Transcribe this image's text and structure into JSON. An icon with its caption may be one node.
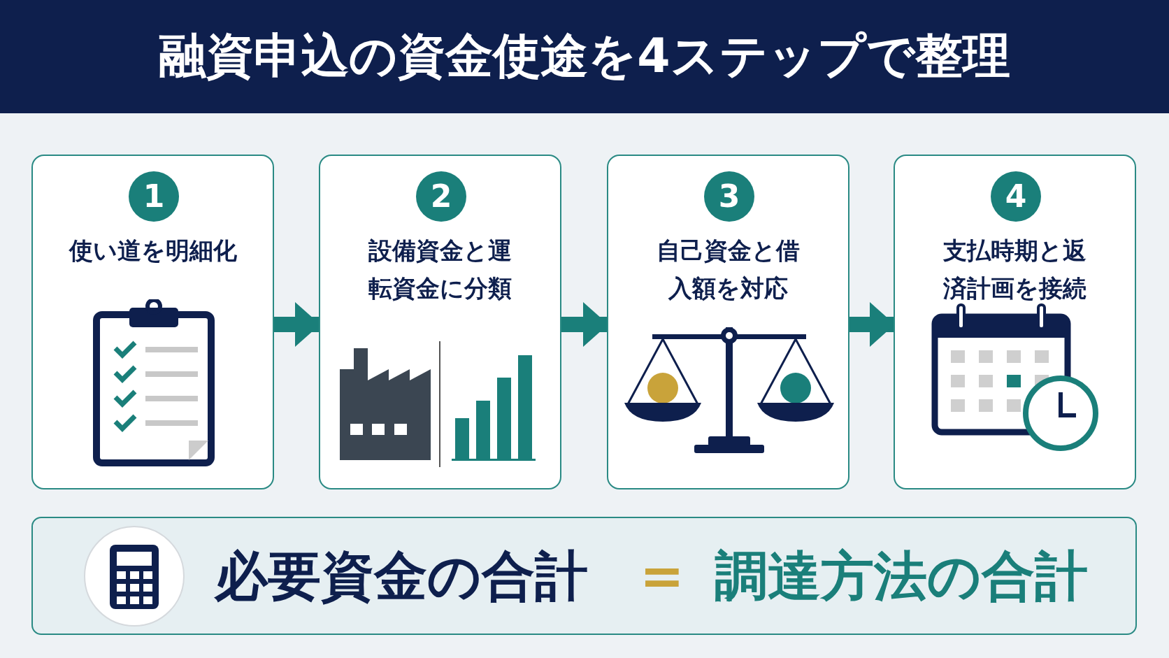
{
  "diagram": {
    "title": "融資申込の資金使途を4ステップで整理",
    "nodes": [
      {
        "text": [
          "1",
          "使い道を明細化"
        ]
      },
      {
        "text": [
          "2",
          "設備資金と運転資金に分類"
        ]
      },
      {
        "text": [
          "3",
          "自己資金と借入額を対応"
        ]
      },
      {
        "text": [
          "4",
          "支払時期と返済計画を接続"
        ]
      },
      {
        "text": [
          "必要資金の合計",
          "=",
          "調達方法の合計"
        ]
      }
    ],
    "edges": [
      {
        "from": 0,
        "to": 1,
        "arrow": "to"
      },
      {
        "from": 1,
        "to": 2,
        "arrow": "to"
      },
      {
        "from": 2,
        "to": 3,
        "arrow": "to"
      }
    ]
  }
}
